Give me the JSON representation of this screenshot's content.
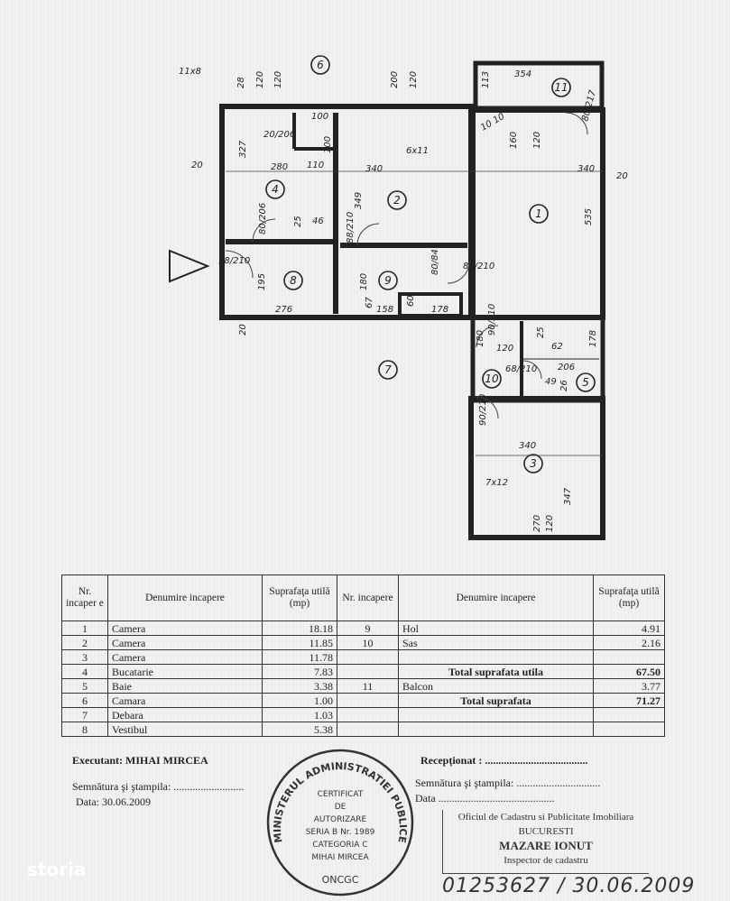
{
  "plan": {
    "room_numbers": [
      "1",
      "2",
      "3",
      "4",
      "5",
      "6",
      "7",
      "8",
      "9",
      "10",
      "11"
    ],
    "dimensions": [
      "11x8",
      "28",
      "120",
      "120",
      "200",
      "120",
      "354",
      "113",
      "80/217",
      "10 10",
      "160",
      "120",
      "100",
      "20/206",
      "100",
      "327",
      "20",
      "280",
      "110",
      "340",
      "6x11",
      "349",
      "340",
      "20",
      "535",
      "25",
      "46",
      "80/206",
      "98/210",
      "195",
      "276",
      "20",
      "88/210",
      "180",
      "67",
      "158",
      "60",
      "178",
      "80/84",
      "88/210",
      "90/210",
      "180",
      "120",
      "25",
      "62",
      "178",
      "68/210",
      "206",
      "49",
      "26",
      "90/210",
      "340",
      "347",
      "7x12",
      "270",
      "120"
    ]
  },
  "table": {
    "headers": [
      "Nr. incaper e",
      "Denumire incapere",
      "Suprafaţa utilă (mp)",
      "Nr. incapere",
      "Denumire incapere",
      "Suprafaţa utilă (mp)"
    ],
    "left_rows": [
      {
        "nr": "1",
        "name": "Camera",
        "area": "18.18"
      },
      {
        "nr": "2",
        "name": "Camera",
        "area": "11.85"
      },
      {
        "nr": "3",
        "name": "Camera",
        "area": "11.78"
      },
      {
        "nr": "4",
        "name": "Bucatarie",
        "area": "7.83"
      },
      {
        "nr": "5",
        "name": "Baie",
        "area": "3.38"
      },
      {
        "nr": "6",
        "name": "Camara",
        "area": "1.00"
      },
      {
        "nr": "7",
        "name": "Debara",
        "area": "1.03"
      },
      {
        "nr": "8",
        "name": "Vestibul",
        "area": "5.38"
      }
    ],
    "right_rows": [
      {
        "nr": "9",
        "name": "Hol",
        "area": "4.91"
      },
      {
        "nr": "10",
        "name": "Sas",
        "area": "2.16"
      },
      {
        "nr": "",
        "name": "",
        "area": ""
      },
      {
        "nr": "",
        "name": "Total suprafata utila",
        "area": "67.50"
      },
      {
        "nr": "11",
        "name": "Balcon",
        "area": "3.77"
      },
      {
        "nr": "",
        "name": "Total suprafata",
        "area": "71.27"
      },
      {
        "nr": "",
        "name": "",
        "area": ""
      },
      {
        "nr": "",
        "name": "",
        "area": ""
      }
    ]
  },
  "footer": {
    "executant": "Executant: MIHAI MIRCEA",
    "signature_left": "Semnătura şi ştampila: ..........................",
    "date_left": "Data: 30.06.2009",
    "receptionat": "Recepţionat : ......................................",
    "signature_right": "Semnătura şi ştampila: ...............................",
    "date_right": "Data ...........................................",
    "stamp_round": {
      "ring": "MINISTERUL ADMINISTRATIEI PUBLICE",
      "lines": [
        "CERTIFICAT",
        "DE",
        "AUTORIZARE",
        "SERIA B Nr. 1989",
        "CATEGORIA C",
        "MIHAI MIRCEA"
      ],
      "bottom": "ONCGC"
    },
    "stamp_box": [
      "Oficiul de Cadastru si Publicitate Imobiliara",
      "BUCURESTI",
      "MAZARE IONUT",
      "Inspector de cadastru"
    ],
    "handwritten": "01253627 / 30.06.2009"
  },
  "watermark": "storia"
}
